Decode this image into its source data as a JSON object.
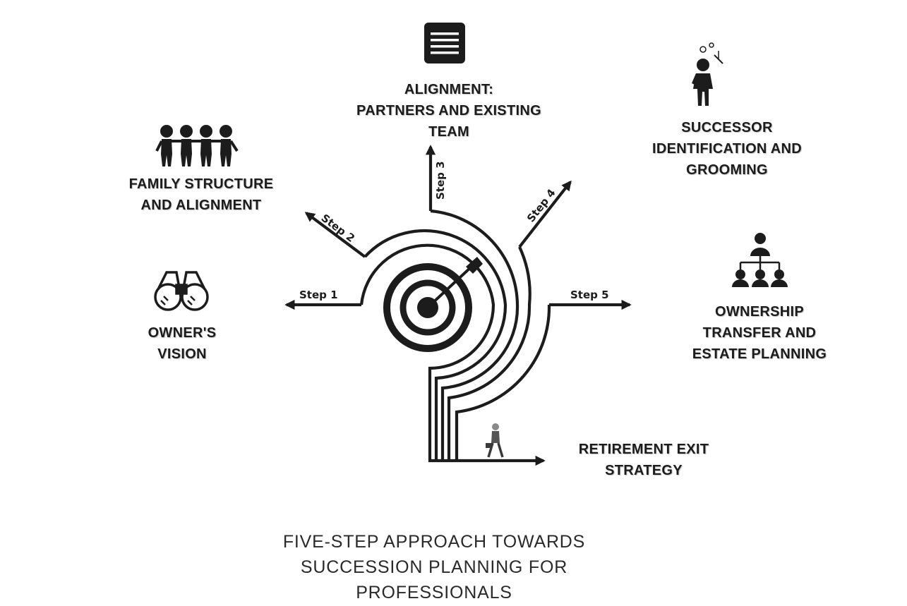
{
  "colors": {
    "ink": "#1c1c1c",
    "background": "#ffffff"
  },
  "steps": [
    {
      "id": "step1",
      "label": "Step 1",
      "title_lines": [
        "OWNER'S",
        "VISION"
      ],
      "icon": "binoculars-icon"
    },
    {
      "id": "step2",
      "label": "Step 2",
      "title_lines": [
        "FAMILY STRUCTURE",
        "AND ALIGNMENT"
      ],
      "icon": "people-holding-hands-icon"
    },
    {
      "id": "step3",
      "label": "Step 3",
      "title_lines": [
        "ALIGNMENT:",
        "PARTNERS AND EXISTING",
        "TEAM"
      ],
      "icon": "document-list-icon"
    },
    {
      "id": "step4",
      "label": "Step 4",
      "title_lines": [
        "SUCCESSOR",
        "IDENTIFICATION AND",
        "GROOMING"
      ],
      "icon": "thinking-person-icon"
    },
    {
      "id": "step5",
      "label": "Step 5",
      "title_lines": [
        "OWNERSHIP",
        "TRANSFER AND",
        "ESTATE PLANNING"
      ],
      "icon": "org-chart-icon"
    }
  ],
  "exit": {
    "title_lines": [
      "RETIREMENT EXIT",
      "STRATEGY"
    ],
    "icon": "walking-businessman-icon"
  },
  "center": {
    "icon": "target-with-arrow-icon"
  },
  "caption_lines": [
    "FIVE-STEP APPROACH TOWARDS",
    "SUCCESSION PLANNING FOR",
    "PROFESSIONALS"
  ]
}
